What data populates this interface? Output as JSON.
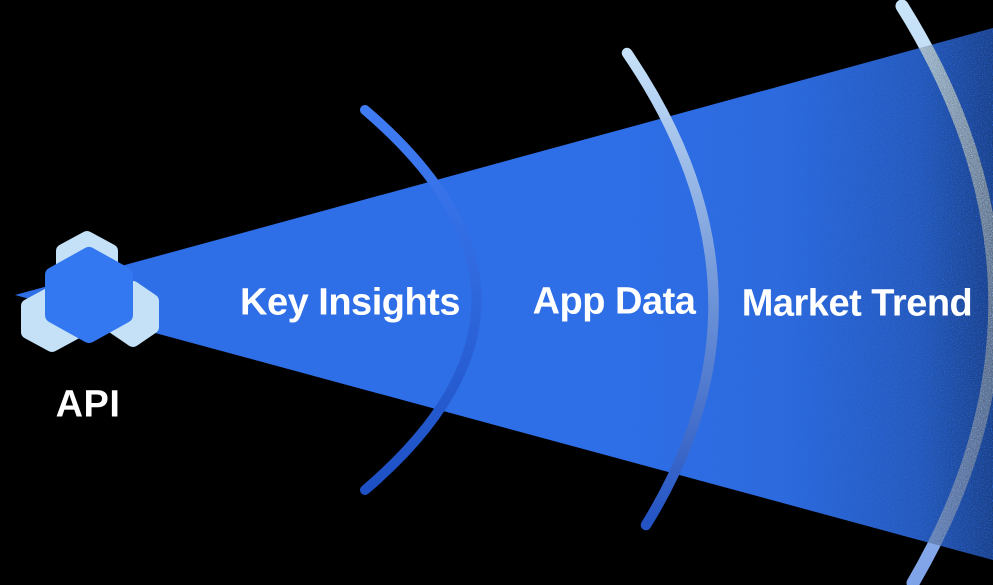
{
  "diagram": {
    "background": "#000000",
    "text_color": "#FFFFFF"
  },
  "source": {
    "label": "API",
    "icon": "hexagon-cluster-icon",
    "primary_hex_color": "#3377F1",
    "light_hex_color": "#C4E1F8"
  },
  "beam": {
    "color": "#2E6EE6",
    "direction": "left-to-right"
  },
  "stages": [
    {
      "label": "Key Insights"
    },
    {
      "label": "App Data"
    },
    {
      "label": "Market Trend"
    }
  ],
  "arcs": [
    {
      "name": "signal-arc-1",
      "top_color": "#3F7CF3",
      "bottom_color": "#1D50C4"
    },
    {
      "name": "signal-arc-2",
      "top_color": "#C6E1F8",
      "bottom_color": "#2353C4"
    },
    {
      "name": "signal-arc-3",
      "top_color": "#C9E4F8",
      "bottom_color": "#7FA3E8"
    }
  ]
}
